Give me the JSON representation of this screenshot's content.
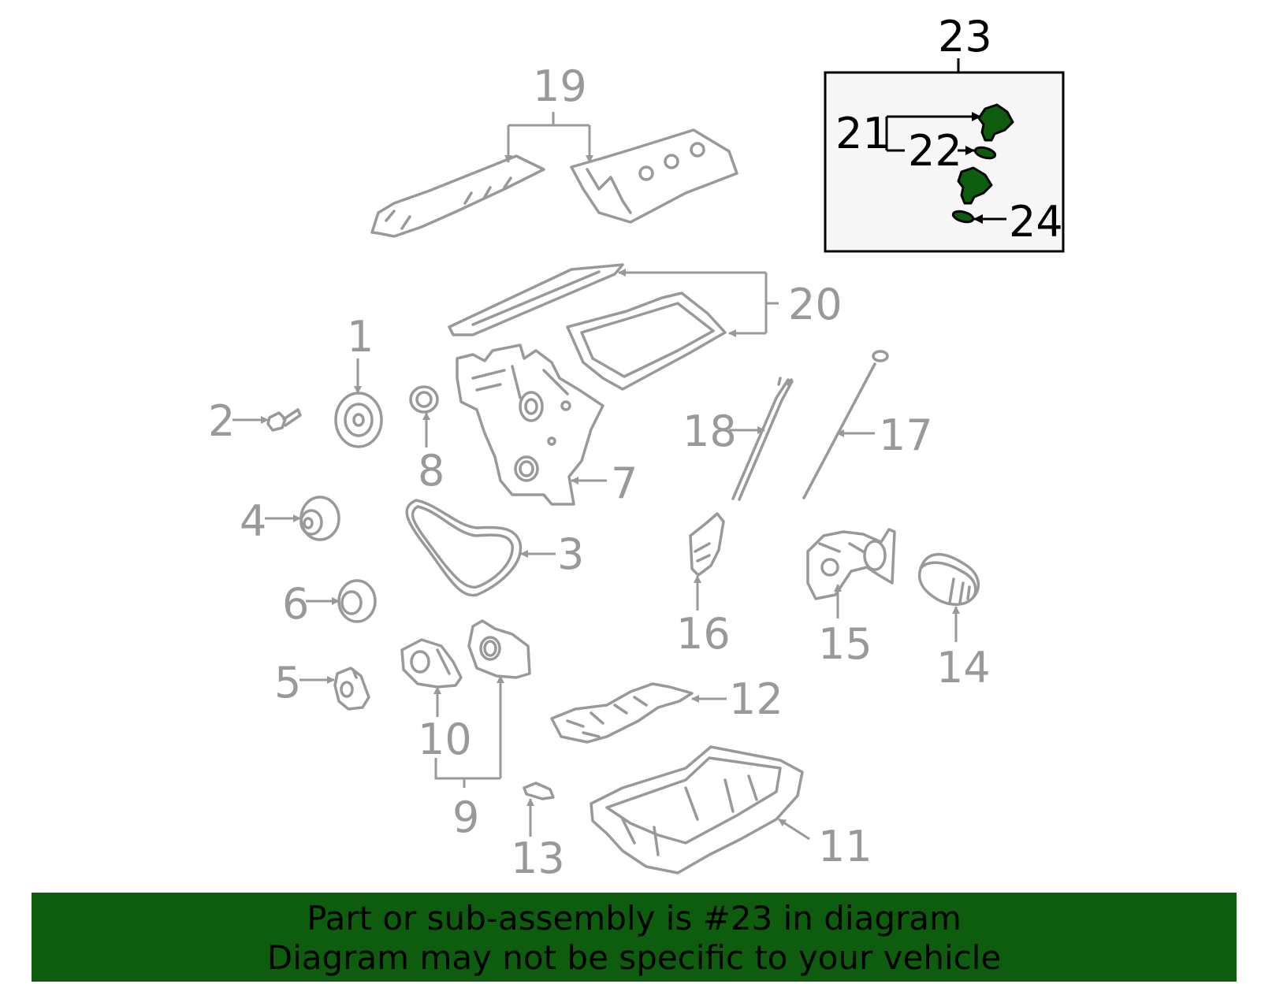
{
  "highlight_color": "#0e5c0e",
  "part_color": "#999999",
  "callouts": {
    "c1": "1",
    "c2": "2",
    "c3": "3",
    "c4": "4",
    "c5": "5",
    "c6": "6",
    "c7": "7",
    "c8": "8",
    "c9": "9",
    "c10": "10",
    "c11": "11",
    "c12": "12",
    "c13": "13",
    "c14": "14",
    "c15": "15",
    "c16": "16",
    "c17": "17",
    "c18": "18",
    "c19": "19",
    "c20": "20",
    "c21": "21",
    "c22": "22",
    "c23": "23",
    "c24": "24"
  },
  "banner": {
    "line1": "Part or sub-assembly is #23 in diagram",
    "line2": "Diagram may not be specific to your vehicle"
  }
}
